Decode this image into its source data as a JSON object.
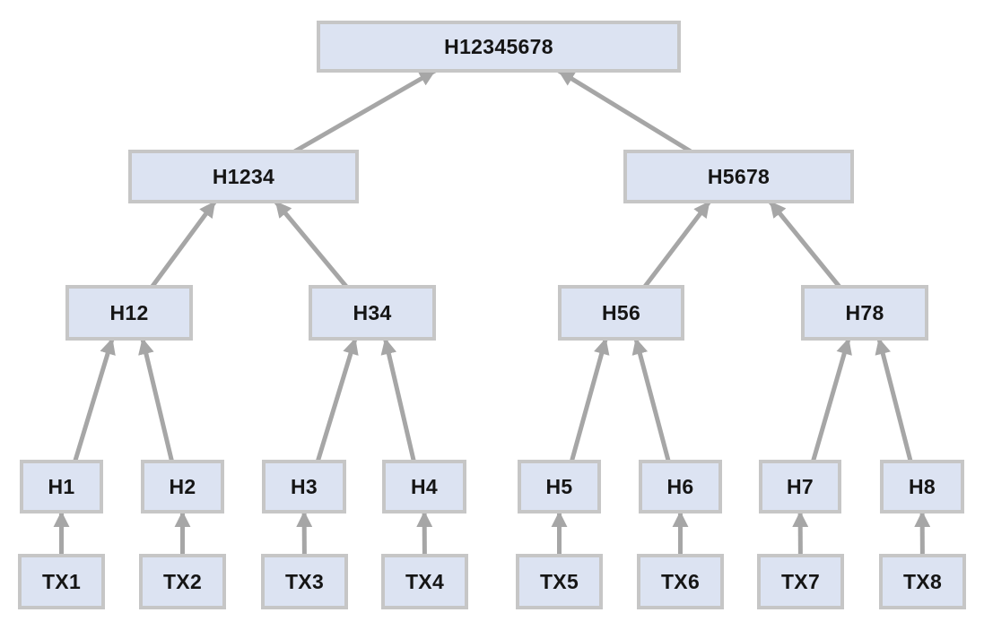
{
  "diagram": {
    "type": "merkle-tree",
    "colors": {
      "background": "#ffffff",
      "box_fill": "#dce3f2",
      "box_border": "#c6c6c6",
      "arrow": "#a6a6a6",
      "text": "#151515"
    },
    "nodes": [
      {
        "id": "H12345678",
        "label": "H12345678",
        "level": 0
      },
      {
        "id": "H1234",
        "label": "H1234",
        "level": 1
      },
      {
        "id": "H5678",
        "label": "H5678",
        "level": 1
      },
      {
        "id": "H12",
        "label": "H12",
        "level": 2
      },
      {
        "id": "H34",
        "label": "H34",
        "level": 2
      },
      {
        "id": "H56",
        "label": "H56",
        "level": 2
      },
      {
        "id": "H78",
        "label": "H78",
        "level": 2
      },
      {
        "id": "H1",
        "label": "H1",
        "level": 3
      },
      {
        "id": "H2",
        "label": "H2",
        "level": 3
      },
      {
        "id": "H3",
        "label": "H3",
        "level": 3
      },
      {
        "id": "H4",
        "label": "H4",
        "level": 3
      },
      {
        "id": "H5",
        "label": "H5",
        "level": 3
      },
      {
        "id": "H6",
        "label": "H6",
        "level": 3
      },
      {
        "id": "H7",
        "label": "H7",
        "level": 3
      },
      {
        "id": "H8",
        "label": "H8",
        "level": 3
      },
      {
        "id": "TX1",
        "label": "TX1",
        "level": 4
      },
      {
        "id": "TX2",
        "label": "TX2",
        "level": 4
      },
      {
        "id": "TX3",
        "label": "TX3",
        "level": 4
      },
      {
        "id": "TX4",
        "label": "TX4",
        "level": 4
      },
      {
        "id": "TX5",
        "label": "TX5",
        "level": 4
      },
      {
        "id": "TX6",
        "label": "TX6",
        "level": 4
      },
      {
        "id": "TX7",
        "label": "TX7",
        "level": 4
      },
      {
        "id": "TX8",
        "label": "TX8",
        "level": 4
      }
    ],
    "edges": [
      [
        "TX1",
        "H1"
      ],
      [
        "TX2",
        "H2"
      ],
      [
        "TX3",
        "H3"
      ],
      [
        "TX4",
        "H4"
      ],
      [
        "TX5",
        "H5"
      ],
      [
        "TX6",
        "H6"
      ],
      [
        "TX7",
        "H7"
      ],
      [
        "TX8",
        "H8"
      ],
      [
        "H1",
        "H12"
      ],
      [
        "H2",
        "H12"
      ],
      [
        "H3",
        "H34"
      ],
      [
        "H4",
        "H34"
      ],
      [
        "H5",
        "H56"
      ],
      [
        "H6",
        "H56"
      ],
      [
        "H7",
        "H78"
      ],
      [
        "H8",
        "H78"
      ],
      [
        "H12",
        "H1234"
      ],
      [
        "H34",
        "H1234"
      ],
      [
        "H56",
        "H5678"
      ],
      [
        "H78",
        "H5678"
      ],
      [
        "H1234",
        "H12345678"
      ],
      [
        "H5678",
        "H12345678"
      ]
    ]
  }
}
